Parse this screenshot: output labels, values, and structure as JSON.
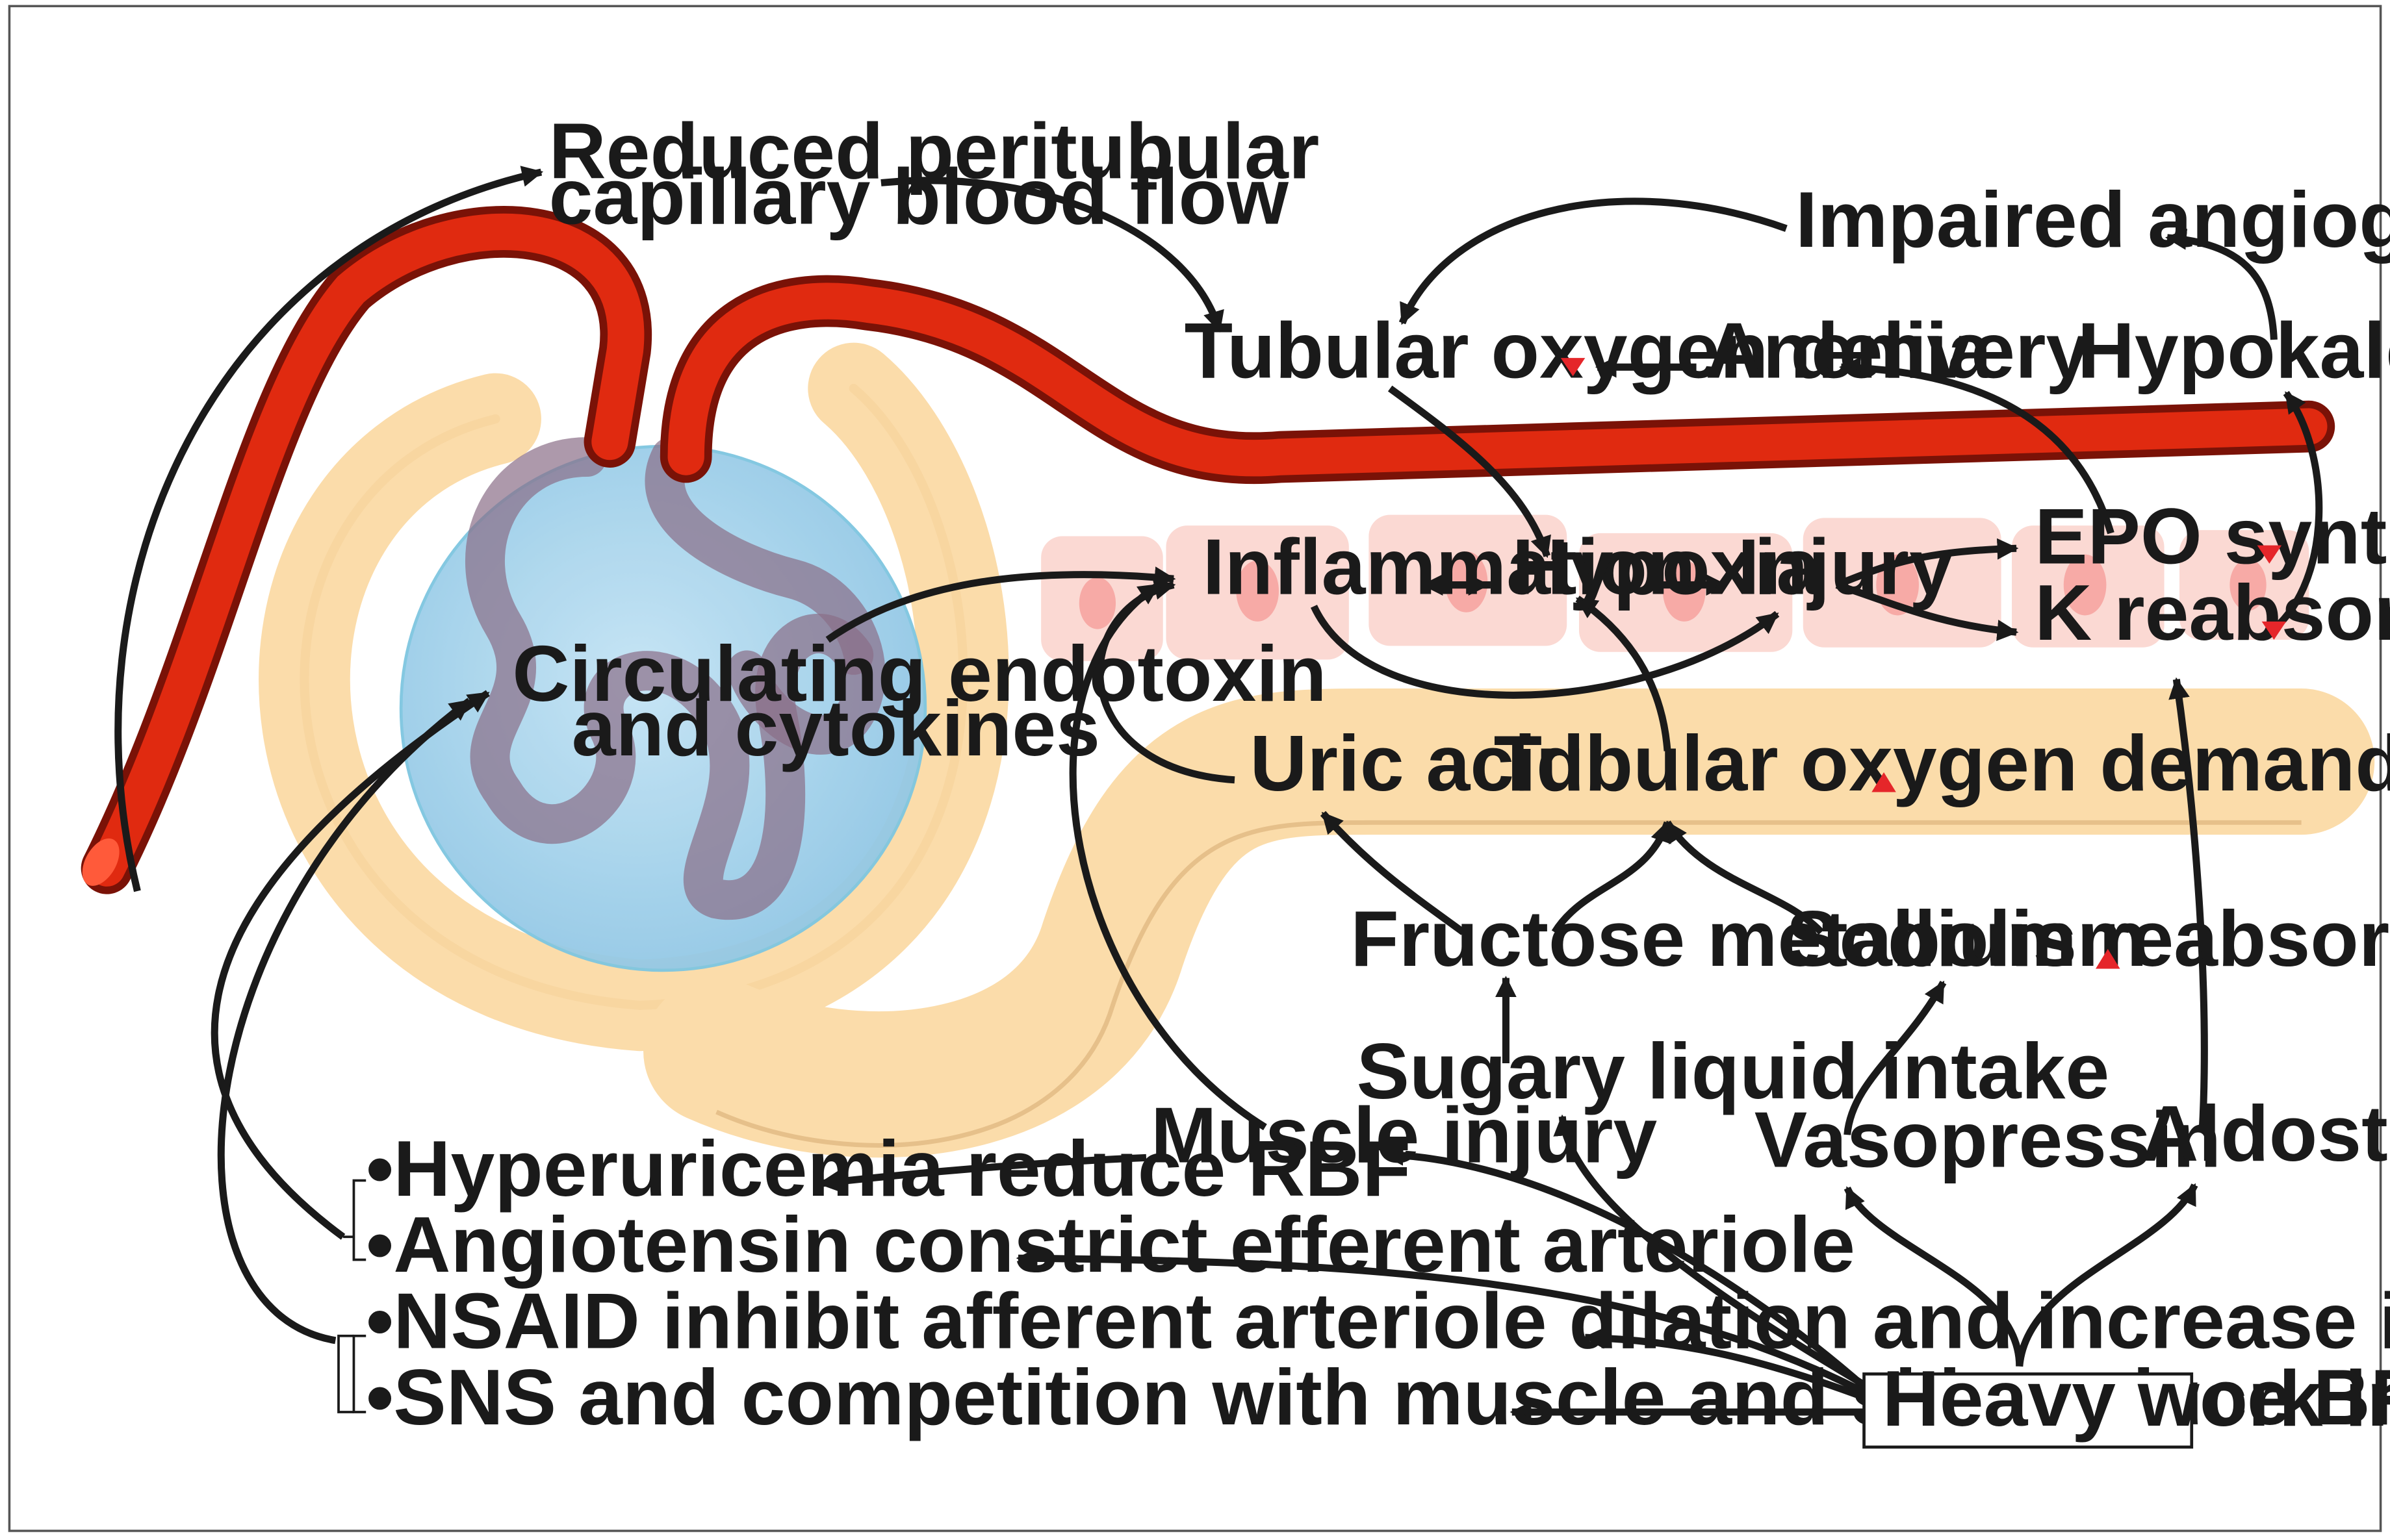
{
  "nodes": {
    "reduced_flow_line1": "Reduced peritubular",
    "reduced_flow_line2": "capillary blood flow",
    "impaired_angiogenesis": "Impaired angiogenesis",
    "tubular_oxygen_delivery": "Tubular oxygen delivery",
    "anemia": "Anemia",
    "hypokalemia": "Hypokalemia",
    "inflammation": "Inflammation",
    "hypoxia": "Hypoxia",
    "injury": "Injury",
    "epo_synthesis": "EPO synthesis",
    "k_reabsorption": "K reabsorption",
    "circulating_line1": "Circulating endotoxin",
    "circulating_line2": "and cytokines",
    "uric_acid": "Uric acid",
    "tubular_oxygen_demand": "Tubular oxygen demand",
    "fructose_metabolism": "Fructose metabolism",
    "sodium_reabsortion": "Sodium reabsortion",
    "sugary_liquid_intake": "Sugary liquid intake",
    "muscle_injury": "Muscle injury",
    "vasopressin": "Vasopressin",
    "aldosterone": "Aldosterone",
    "heavy_work": "Heavy work in heat"
  },
  "bullets": [
    "Hyperuricemia reduce RBF",
    "Angiotensin constrict efferent arteriole",
    "NSAID inhibit afferent arteriole dilation and increase intestinal permeability",
    "SNS and competition with muscle and skin reduce BF to kidney and gut"
  ],
  "bullet_marker": "•",
  "indicators": {
    "tubular_oxygen_delivery": "down",
    "epo_synthesis": "down",
    "k_reabsorption": "down",
    "tubular_oxygen_demand": "up",
    "sodium_reabsortion": "up"
  },
  "colors": {
    "capillary": "#e02a10",
    "capillary_dark": "#7a1207",
    "tubule": "#fbdcaa",
    "tubule_shadow": "#c8955a",
    "glomerulus_capsule": "#a9d6ee",
    "tubule_cell": "#fbd9d3",
    "cell_nucleus": "#f7aaa6",
    "indicator": "#e5262a",
    "text": "#1a1a1a"
  }
}
